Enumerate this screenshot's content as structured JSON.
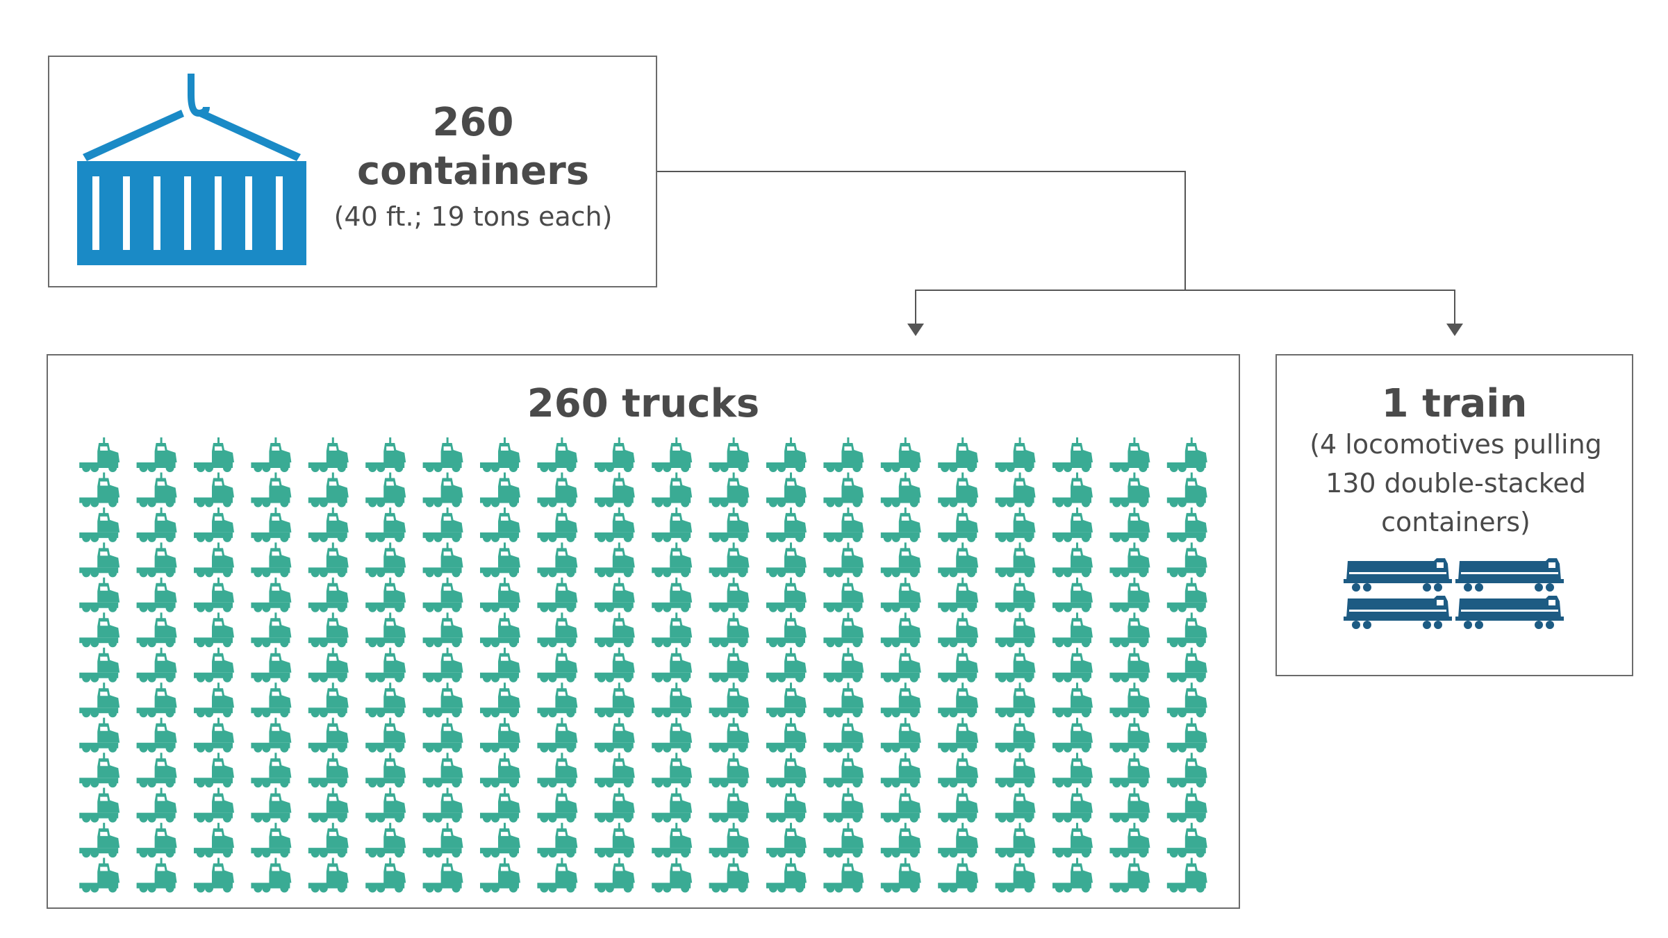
{
  "containers": {
    "count": "260",
    "label": "containers",
    "note": "(40 ft.; 19 tons each)",
    "icon": "shipping-container-icon",
    "color": "#1a8ac6"
  },
  "trucks": {
    "title": "260 trucks",
    "count": 260,
    "columns": 20,
    "rows": 13,
    "icon": "semi-truck-icon",
    "color": "#3aab94"
  },
  "train": {
    "title": "1 train",
    "description_lines": [
      "(4 locomotives pulling",
      "130 double-stacked",
      "containers)"
    ],
    "locomotive_count": 4,
    "icon": "locomotive-icon",
    "color": "#1d5b83"
  },
  "connector_color": "#555555"
}
